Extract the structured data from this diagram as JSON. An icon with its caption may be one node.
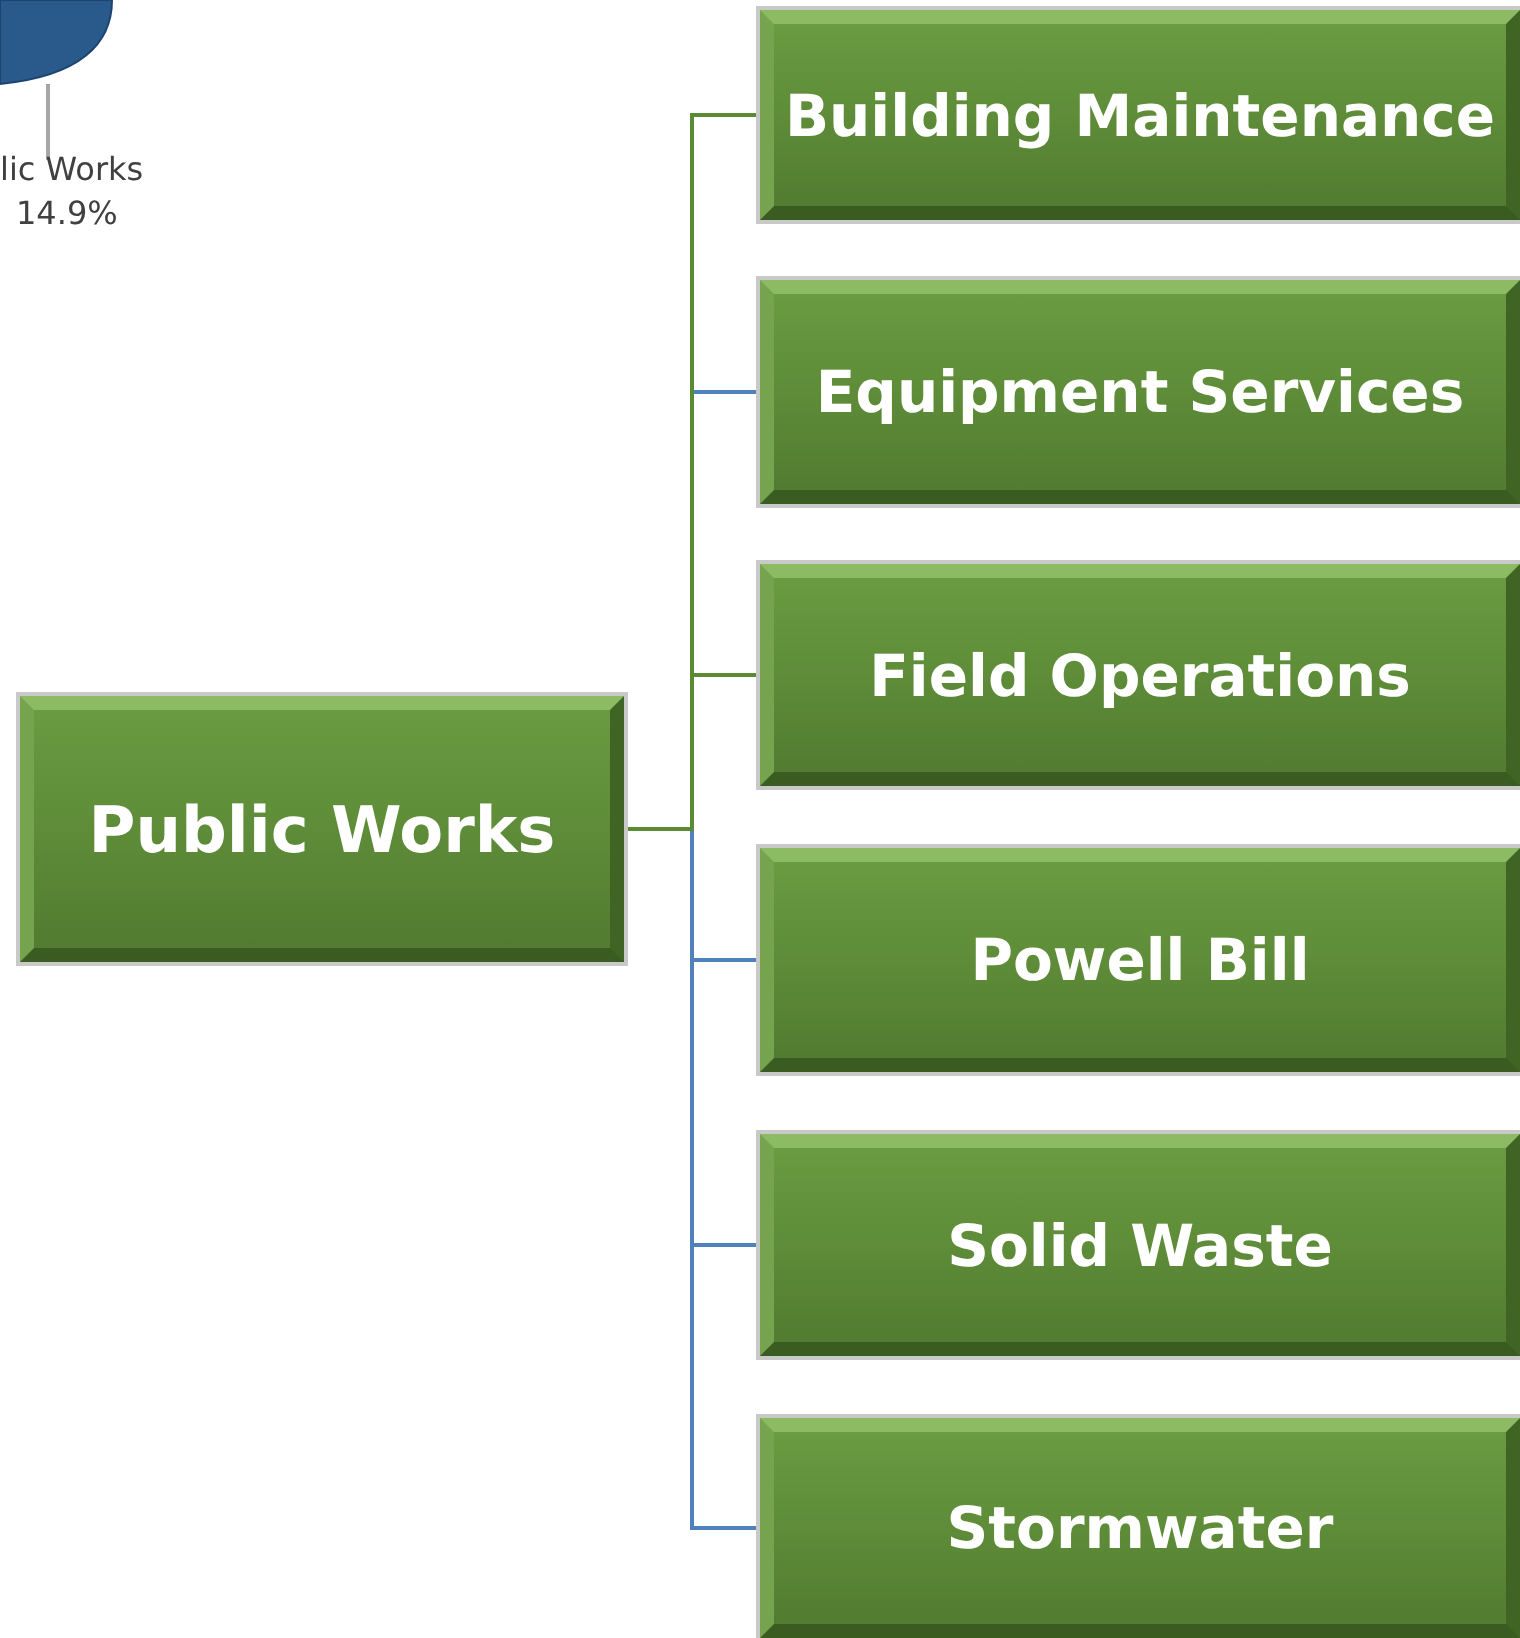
{
  "diagram": {
    "nodes": [
      {
        "text": [
          "Public Works"
        ]
      },
      {
        "text": [
          "Building Maintenance"
        ]
      },
      {
        "text": [
          "Equipment Services"
        ]
      },
      {
        "text": [
          "Field Operations"
        ]
      },
      {
        "text": [
          "Powell Bill"
        ]
      },
      {
        "text": [
          "Solid Waste"
        ]
      },
      {
        "text": [
          "Stormwater"
        ]
      },
      {
        "text": [
          "lic Works",
          "14.9%"
        ]
      },
      {
        "text": [],
        "shape": "picture"
      }
    ],
    "edges": [
      {
        "from": 0,
        "to": 1,
        "arrow": "none",
        "color": "#5a8a32"
      },
      {
        "from": 0,
        "to": 2,
        "arrow": "none"
      },
      {
        "from": 0,
        "to": 3,
        "arrow": "none",
        "color": "#5a8a32"
      },
      {
        "from": 0,
        "to": 4,
        "arrow": "none"
      },
      {
        "from": 0,
        "to": 5,
        "arrow": "none"
      },
      {
        "from": 0,
        "to": 6,
        "arrow": "none"
      },
      {
        "from": 7,
        "to": 8,
        "arrow": "none",
        "color": "#a6a6a6"
      }
    ]
  }
}
